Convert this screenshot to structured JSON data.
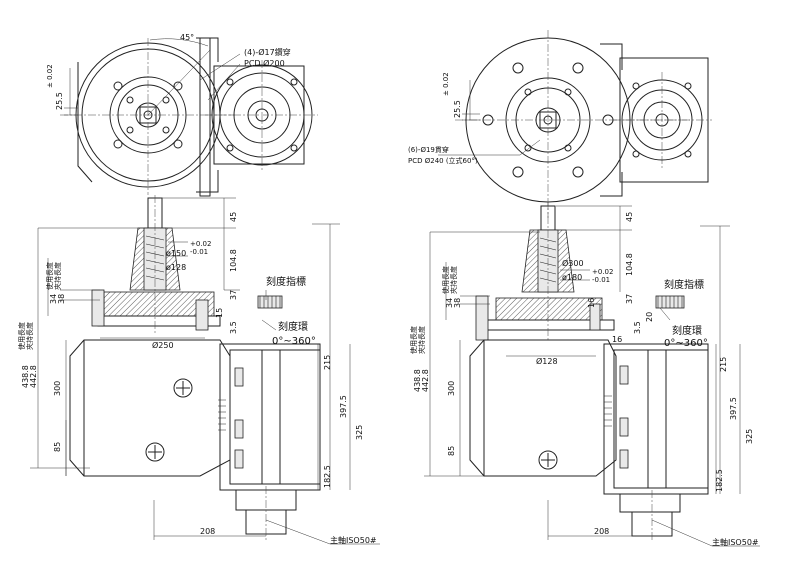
{
  "left": {
    "angle": "45°",
    "hole_note": "(4)-Ø17鑽穿",
    "pcd": "PCD Ø200",
    "offset_dim": "25.5",
    "offset_tol": "± 0.02",
    "dim_45": "45",
    "dim_104_8": "104.8",
    "dia_150": "ø150",
    "dia_150_tol_top": "+0.02",
    "dia_150_tol_bot": "-0.01",
    "dia_128": "ø128",
    "dim_37": "37",
    "dim_15": "15",
    "dim_3_5": "3.5",
    "dia_250": "Ø250",
    "label_used_len_1": "使用長度",
    "label_clamp_len_1": "夾持長度",
    "dim_34": "34",
    "dim_38": "38",
    "label_used_len_2": "使用長度",
    "label_clamp_len_2": "夾持長度",
    "dim_438_8": "438.8",
    "dim_442_8": "442.8",
    "dim_300": "300",
    "dim_85": "85",
    "dim_215": "215",
    "dim_397_5": "397.5",
    "dim_325": "325",
    "dim_182_5": "182.5",
    "dim_208": "208",
    "indicator": "刻度指標",
    "scale_ring": "刻度環",
    "range": "0°~360°",
    "spindle": "主軸ISO50#"
  },
  "right": {
    "hole_note": "(6)-Ø19貫穿",
    "pcd": "PCD Ø240 (立式60°)",
    "offset_dim": "25.5",
    "offset_tol": "± 0.02",
    "dim_45": "45",
    "dim_104_8": "104.8",
    "dia_300": "Ø300",
    "dia_180": "ø180",
    "dia_180_tol_top": "+0.02",
    "dia_180_tol_bot": "-0.01",
    "dim_37": "37",
    "dim_16a": "16",
    "dim_16b": "16",
    "dim_20": "20",
    "dim_3_5": "3.5",
    "dia_128": "Ø128",
    "label_used_len_1": "使用長度",
    "label_clamp_len_1": "夾持長度",
    "dim_34": "34",
    "dim_38": "38",
    "label_used_len_2": "使用長度",
    "label_clamp_len_2": "夾持長度",
    "dim_438_8": "438.8",
    "dim_442_8": "442.8",
    "dim_300": "300",
    "dim_85": "85",
    "dim_215": "215",
    "dim_397_5": "397.5",
    "dim_325": "325",
    "dim_182_5": "182.5",
    "dim_208": "208",
    "indicator": "刻度指標",
    "scale_ring": "刻度環",
    "range": "0°~360°",
    "spindle": "主軸ISO50#"
  }
}
